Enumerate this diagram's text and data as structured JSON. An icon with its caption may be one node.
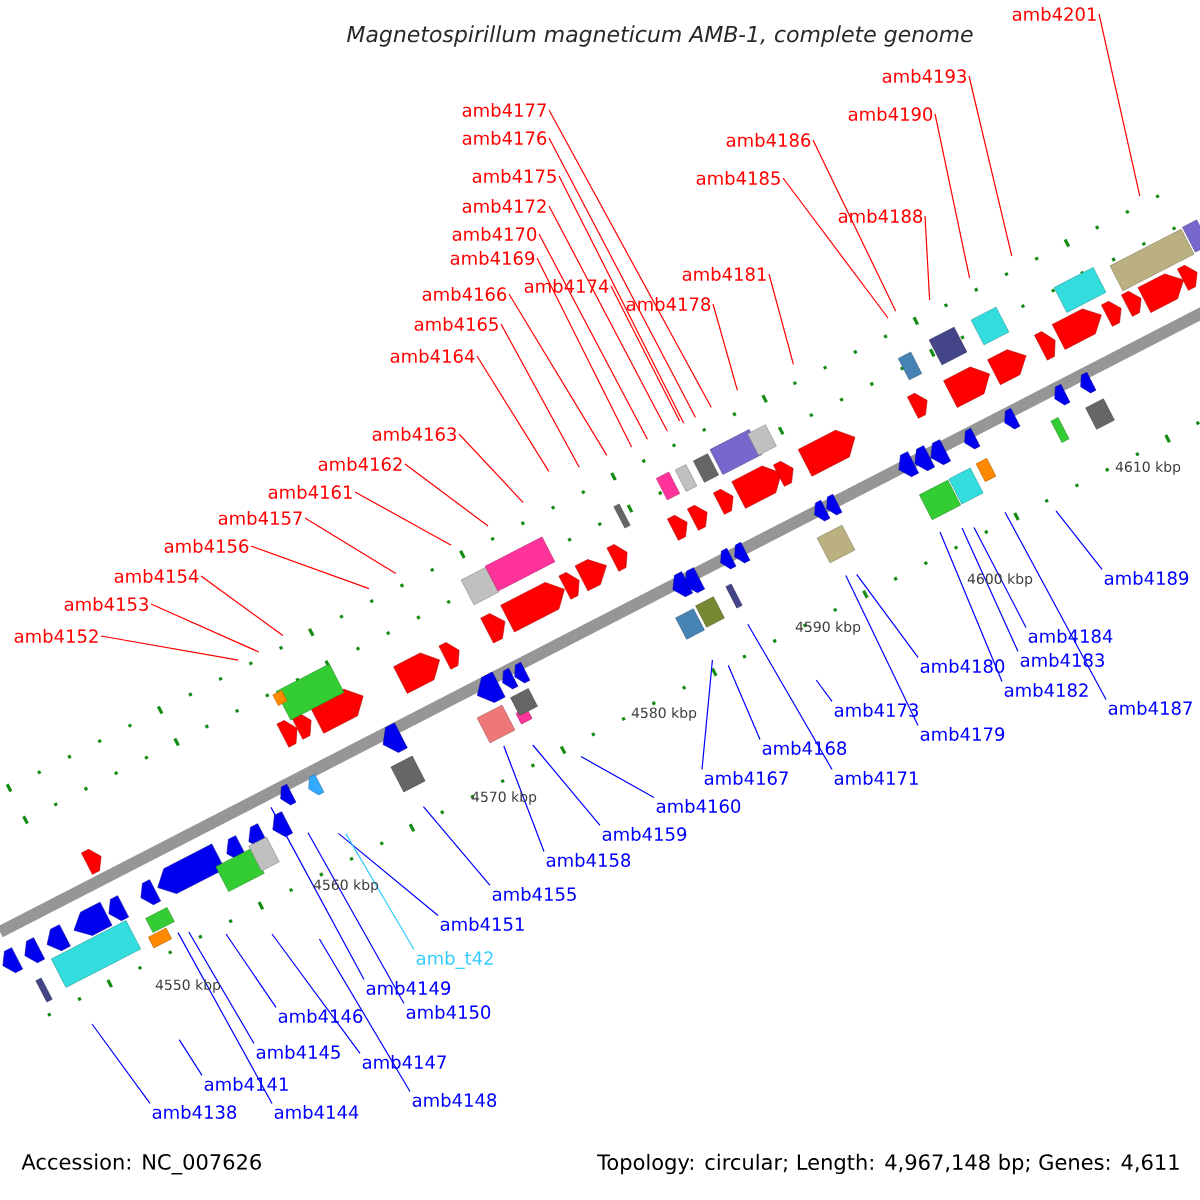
{
  "diagram": {
    "title": "*Magnetospirillum magneticum* AMB-1, complete genome",
    "nodes": [
      {
        "text": [
          "amb4201"
        ]
      },
      {
        "text": [
          "amb4193"
        ]
      },
      {
        "text": [
          "amb4190"
        ]
      },
      {
        "text": [
          "amb4186"
        ]
      },
      {
        "text": [
          "amb4177"
        ]
      },
      {
        "text": [
          "amb4176"
        ]
      },
      {
        "text": [
          "amb4185"
        ]
      },
      {
        "text": [
          "amb4175"
        ]
      },
      {
        "text": [
          "amb4172"
        ]
      },
      {
        "text": [
          "amb4188"
        ]
      },
      {
        "text": [
          "amb4170"
        ]
      },
      {
        "text": [
          "amb4169"
        ]
      },
      {
        "text": [
          "amb4181"
        ]
      },
      {
        "text": [
          "amb4166"
        ]
      },
      {
        "text": [
          "amb4174"
        ]
      },
      {
        "text": [
          "amb4178"
        ]
      },
      {
        "text": [
          "amb4165"
        ]
      },
      {
        "text": [
          "amb4164"
        ]
      },
      {
        "text": [
          "amb4163"
        ]
      },
      {
        "text": [
          "amb4162"
        ]
      },
      {
        "text": [
          "amb4161"
        ]
      },
      {
        "text": [
          "amb4157"
        ]
      },
      {
        "text": [
          "amb4156"
        ]
      },
      {
        "text": [
          "amb4154"
        ]
      },
      {
        "text": [
          "amb4153"
        ]
      },
      {
        "text": [
          "amb4152"
        ]
      },
      {
        "text": [
          "amb4189"
        ]
      },
      {
        "text": [
          "amb4184"
        ]
      },
      {
        "text": [
          "amb4183"
        ]
      },
      {
        "text": [
          "amb4180"
        ]
      },
      {
        "text": [
          "amb4182"
        ]
      },
      {
        "text": [
          "amb4187"
        ]
      },
      {
        "text": [
          "amb4173"
        ]
      },
      {
        "text": [
          "amb4179"
        ]
      },
      {
        "text": [
          "amb4168"
        ]
      },
      {
        "text": [
          "amb4171"
        ]
      },
      {
        "text": [
          "amb4167"
        ]
      },
      {
        "text": [
          "amb4160"
        ]
      },
      {
        "text": [
          "amb4159"
        ]
      },
      {
        "text": [
          "amb4158"
        ]
      },
      {
        "text": [
          "amb4155"
        ]
      },
      {
        "text": [
          "amb4151"
        ]
      },
      {
        "text": [
          "amb_t42"
        ]
      },
      {
        "text": [
          "amb4149"
        ]
      },
      {
        "text": [
          "amb4150"
        ]
      },
      {
        "text": [
          "amb4146"
        ]
      },
      {
        "text": [
          "amb4145"
        ]
      },
      {
        "text": [
          "amb4147"
        ]
      },
      {
        "text": [
          "amb4141"
        ]
      },
      {
        "text": [
          "amb4144"
        ]
      },
      {
        "text": [
          "amb4138"
        ]
      },
      {
        "text": [
          "amb4148"
        ]
      }
    ],
    "edges": [
      {
        "from": 0,
        "to": null,
        "arrow": "none",
        "color": "#ff0000"
      },
      {
        "from": 1,
        "to": null,
        "arrow": "none",
        "color": "#ff0000"
      },
      {
        "from": 2,
        "to": null,
        "arrow": "none",
        "color": "#ff0000"
      },
      {
        "from": 3,
        "to": null,
        "arrow": "none",
        "color": "#ff0000"
      },
      {
        "from": 4,
        "to": null,
        "arrow": "none",
        "color": "#ff0000"
      },
      {
        "from": 5,
        "to": null,
        "arrow": "none",
        "color": "#ff0000"
      },
      {
        "from": 6,
        "to": null,
        "arrow": "none",
        "color": "#ff0000"
      },
      {
        "from": 7,
        "to": null,
        "arrow": "none",
        "color": "#ff0000"
      },
      {
        "from": 8,
        "to": null,
        "arrow": "none",
        "color": "#ff0000"
      },
      {
        "from": 9,
        "to": null,
        "arrow": "none",
        "color": "#ff0000"
      },
      {
        "from": 10,
        "to": null,
        "arrow": "none",
        "color": "#ff0000"
      },
      {
        "from": 11,
        "to": null,
        "arrow": "none",
        "color": "#ff0000"
      },
      {
        "from": 12,
        "to": null,
        "arrow": "none",
        "color": "#ff0000"
      },
      {
        "from": 13,
        "to": null,
        "arrow": "none",
        "color": "#ff0000"
      },
      {
        "from": 14,
        "to": null,
        "arrow": "none",
        "color": "#ff0000"
      },
      {
        "from": 15,
        "to": null,
        "arrow": "none",
        "color": "#ff0000"
      },
      {
        "from": 16,
        "to": null,
        "arrow": "none",
        "color": "#ff0000"
      },
      {
        "from": 17,
        "to": null,
        "arrow": "none",
        "color": "#ff0000"
      },
      {
        "from": 18,
        "to": null,
        "arrow": "none",
        "color": "#ff0000"
      },
      {
        "from": 19,
        "to": null,
        "arrow": "none",
        "color": "#ff0000"
      },
      {
        "from": 20,
        "to": null,
        "arrow": "none",
        "color": "#ff0000"
      },
      {
        "from": 21,
        "to": null,
        "arrow": "none",
        "color": "#ff0000"
      },
      {
        "from": 22,
        "to": null,
        "arrow": "none",
        "color": "#ff0000"
      },
      {
        "from": 23,
        "to": null,
        "arrow": "none",
        "color": "#ff0000"
      },
      {
        "from": 24,
        "to": null,
        "arrow": "none",
        "color": "#ff0000"
      },
      {
        "from": 25,
        "to": null,
        "arrow": "none",
        "color": "#ff0000"
      },
      {
        "from": 26,
        "to": null,
        "arrow": "none",
        "color": "#0000ff"
      },
      {
        "from": 27,
        "to": null,
        "arrow": "none",
        "color": "#0000ff"
      },
      {
        "from": 28,
        "to": null,
        "arrow": "none",
        "color": "#0000ff"
      },
      {
        "from": 29,
        "to": null,
        "arrow": "none",
        "color": "#0000ff"
      },
      {
        "from": 30,
        "to": null,
        "arrow": "none",
        "color": "#0000ff"
      },
      {
        "from": 31,
        "to": null,
        "arrow": "none",
        "color": "#0000ff"
      },
      {
        "from": 32,
        "to": null,
        "arrow": "none",
        "color": "#0000ff"
      },
      {
        "from": 33,
        "to": null,
        "arrow": "none",
        "color": "#0000ff"
      },
      {
        "from": 34,
        "to": null,
        "arrow": "none",
        "color": "#0000ff"
      },
      {
        "from": 35,
        "to": null,
        "arrow": "none",
        "color": "#0000ff"
      },
      {
        "from": 36,
        "to": null,
        "arrow": "none",
        "color": "#0000ff"
      },
      {
        "from": 37,
        "to": null,
        "arrow": "none",
        "color": "#0000ff"
      },
      {
        "from": 38,
        "to": null,
        "arrow": "none",
        "color": "#0000ff"
      },
      {
        "from": 39,
        "to": null,
        "arrow": "none",
        "color": "#0000ff"
      },
      {
        "from": 40,
        "to": null,
        "arrow": "none",
        "color": "#0000ff"
      },
      {
        "from": 41,
        "to": null,
        "arrow": "none",
        "color": "#0000ff"
      },
      {
        "from": 42,
        "to": null,
        "arrow": "none",
        "color": "#33ccff"
      },
      {
        "from": 43,
        "to": null,
        "arrow": "none",
        "color": "#0000ff"
      },
      {
        "from": 44,
        "to": null,
        "arrow": "none",
        "color": "#0000ff"
      },
      {
        "from": 45,
        "to": null,
        "arrow": "none",
        "color": "#0000ff"
      },
      {
        "from": 46,
        "to": null,
        "arrow": "none",
        "color": "#0000ff"
      },
      {
        "from": 47,
        "to": null,
        "arrow": "none",
        "color": "#0000ff"
      },
      {
        "from": 48,
        "to": null,
        "arrow": "none",
        "color": "#0000ff"
      },
      {
        "from": 49,
        "to": null,
        "arrow": "none",
        "color": "#0000ff"
      },
      {
        "from": 50,
        "to": null,
        "arrow": "none",
        "color": "#0000ff"
      },
      {
        "from": 51,
        "to": null,
        "arrow": "none",
        "color": "#0000ff"
      }
    ],
    "labels": [
      "4610 kbp",
      "4600 kbp",
      "4590 kbp",
      "4580 kbp",
      "4570 kbp",
      "4560 kbp",
      "4550 kbp",
      "Accession: NC_007626",
      "Topology: circular; Length: 4,967,148 bp; Genes: 4,611"
    ]
  }
}
